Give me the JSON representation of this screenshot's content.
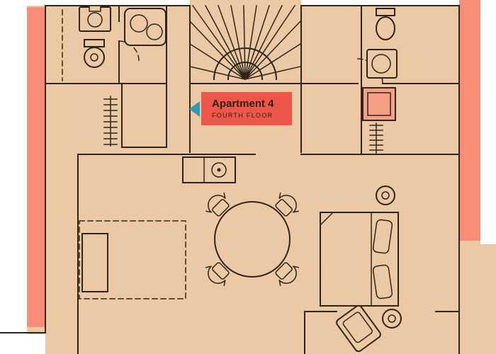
{
  "banner": {
    "title": "Apartment 4",
    "subtitle": "FOURTH FLOOR"
  },
  "icons": {
    "banner_arrow": "left-pointing-triangle"
  },
  "colors": {
    "background": "#ffffff",
    "floor": "#ebc9a4",
    "wall_accent": "#f98d77",
    "banner": "#ee564a",
    "shower": "#f5a084",
    "line": "#2e2418",
    "arrow": "#2f9ab2",
    "text": "#2e2418"
  },
  "plan": {
    "type": "floor-plan",
    "symbols": [
      "staircase",
      "toilet",
      "sink",
      "vanity-basins",
      "shower",
      "radiator",
      "console",
      "dining-table",
      "dining-chairs",
      "rug",
      "sofa",
      "double-bed",
      "pillows",
      "bedside-table",
      "armchair",
      "side-table"
    ]
  }
}
